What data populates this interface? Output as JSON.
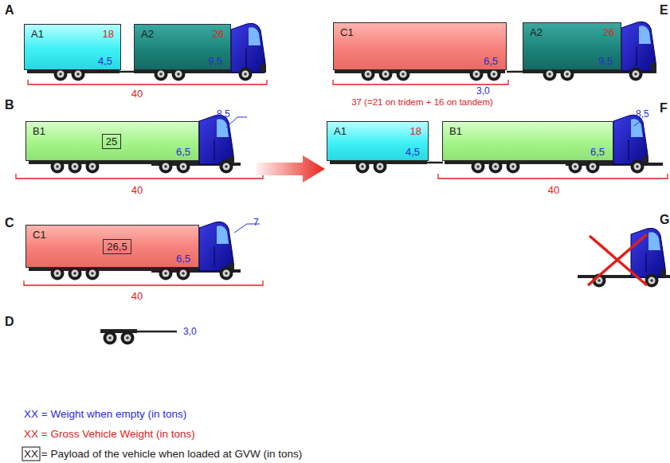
{
  "diagram": {
    "nodes": [
      {
        "text": [
          "A1",
          "18",
          "4,5"
        ]
      },
      {
        "text": [
          "A2",
          "26",
          "9,5"
        ]
      },
      {
        "text": [
          "C1",
          "6,5"
        ]
      },
      {
        "text": [
          "A2",
          "26",
          "9,5"
        ]
      },
      {
        "text": [
          "B1",
          "6,5"
        ]
      },
      {
        "text": [
          "25"
        ],
        "in": 4
      },
      {
        "text": [
          "A1",
          "18",
          "4,5"
        ]
      },
      {
        "text": [
          "B1",
          "6,5"
        ]
      },
      {
        "text": [
          "C1",
          "6,5"
        ]
      },
      {
        "text": [
          "26,5"
        ],
        "in": 8
      }
    ],
    "labels": [
      "A",
      "E",
      "40",
      "37 (=21 on tridem + 16 on tandem)",
      "3,0",
      "B",
      "8,5",
      "F",
      "8,5",
      "40",
      "40",
      "C",
      "7",
      "40",
      "G",
      "D",
      "3,0"
    ],
    "legend": [
      {
        "text": "XX = Weight when empty (in tons)",
        "color": "#2a2ad6"
      },
      {
        "text": "XX = Gross Vehicle Weight (in tons)",
        "color": "#e0201a"
      },
      {
        "text": "XX = Payload of the vehicle when loaded at GVW (in tons)"
      }
    ]
  }
}
